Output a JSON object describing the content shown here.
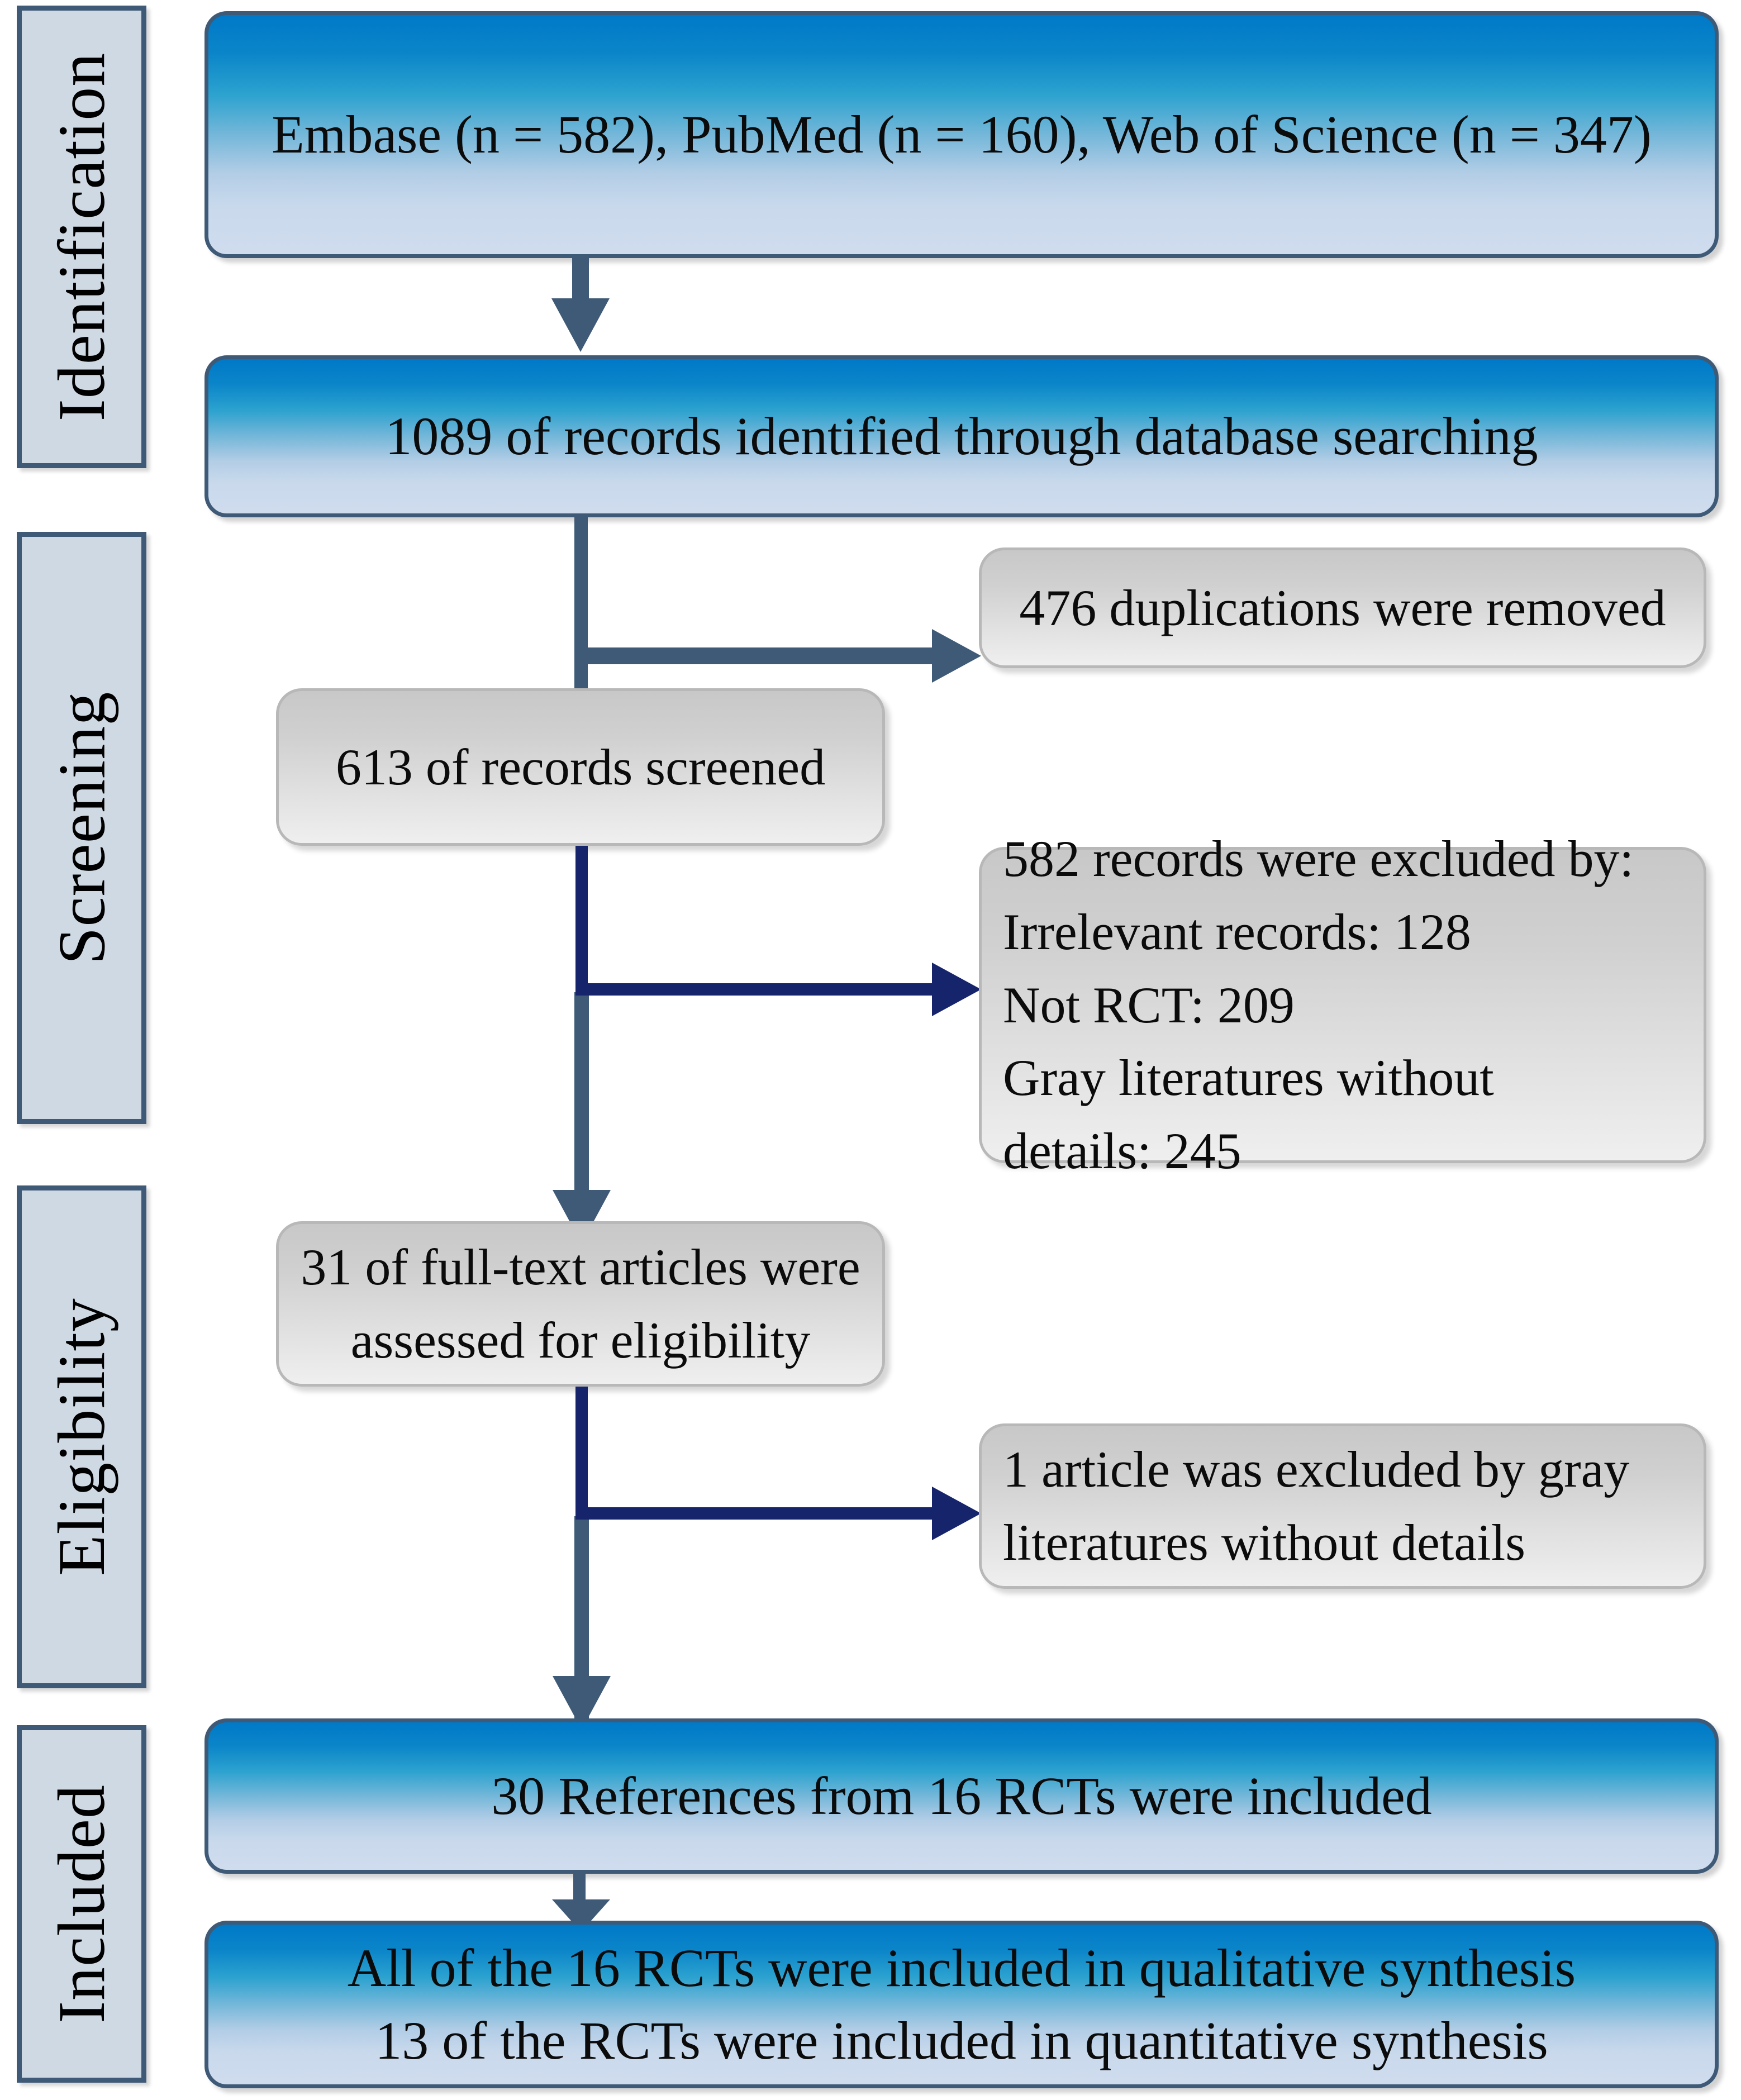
{
  "diagram": {
    "title": "PRISMA flow diagram of study selection",
    "colors": {
      "primary_box_gradient_top": "#0079c8",
      "primary_box_gradient_bottom": "#cfdcee",
      "primary_box_border": "#3e5a77",
      "secondary_box_fill": "#d8d8d8",
      "secondary_box_border": "#b8b8b8",
      "stage_label_fill": "#cfd9e4",
      "stage_label_border": "#3e5a77",
      "connector_slate": "#3e5a77",
      "connector_navy": "#16256b",
      "text": "#0b0b0b"
    }
  },
  "stages": [
    {
      "id": "identification",
      "label": "Identification"
    },
    {
      "id": "screening",
      "label": "Screening"
    },
    {
      "id": "eligibility",
      "label": "Eligibility"
    },
    {
      "id": "included",
      "label": "Included"
    }
  ],
  "nodes": {
    "databases": {
      "type": "primary",
      "lines": [
        "Embase (n = 582), PubMed (n = 160), Web of Science (n = 347)"
      ]
    },
    "records_identified": {
      "type": "primary",
      "lines": [
        "1089  of records identified through database searching"
      ]
    },
    "duplicates_removed": {
      "type": "secondary",
      "lines": [
        "476 duplications were removed"
      ]
    },
    "records_screened": {
      "type": "secondary",
      "lines": [
        "613  of records screened"
      ]
    },
    "records_excluded": {
      "type": "secondary",
      "lines": [
        "582 records were excluded by:",
        "Irrelevant records: 128",
        "Not RCT: 209",
        "Gray literatures without",
        "details: 245"
      ]
    },
    "fulltext_assessed": {
      "type": "secondary",
      "lines": [
        "31 of full-text articles were",
        "assessed for eligibility"
      ]
    },
    "fulltext_excluded": {
      "type": "secondary",
      "lines": [
        "1 article was excluded by gray",
        "literatures without details"
      ]
    },
    "references_included": {
      "type": "primary",
      "lines": [
        "30  References from 16 RCTs were included"
      ]
    },
    "synthesis": {
      "type": "primary",
      "lines": [
        "All of the 16 RCTs were included in qualitative synthesis",
        "13  of the RCTs were included in quantitative synthesis"
      ]
    }
  },
  "counts": {
    "embase": 582,
    "pubmed": 160,
    "web_of_science": 347,
    "total_identified": 1089,
    "duplicates_removed": 476,
    "records_screened": 613,
    "records_excluded_total": 582,
    "excluded_irrelevant": 128,
    "excluded_not_rct": 209,
    "excluded_gray_literature": 245,
    "fulltext_assessed": 31,
    "fulltext_excluded": 1,
    "references_included": 30,
    "rcts_included": 16,
    "rcts_qualitative": 16,
    "rcts_quantitative": 13
  }
}
